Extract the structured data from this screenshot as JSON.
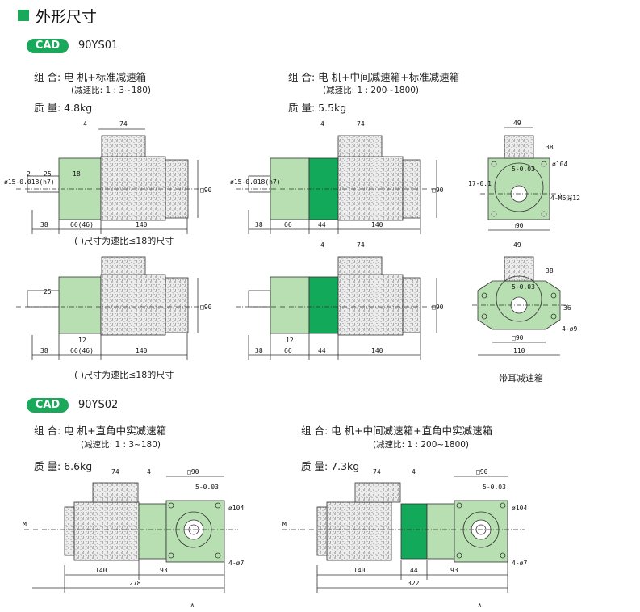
{
  "header": {
    "title": "外形尺寸"
  },
  "colors": {
    "accent": "#1aa85a",
    "gearbox": "#b8dfb2",
    "mid_gearbox": "#12a95b",
    "motor_speckle": "#d9d9d9"
  },
  "sec1": {
    "badge": "CAD",
    "model": "90YS01",
    "a": {
      "combo": "组 合: 电 机+标准减速箱",
      "ratio": "(减速比: 1 : 3~180)",
      "mass": "质 量: 4.8kg"
    },
    "b": {
      "combo": "组 合: 电 机+中间减速箱+标准减速箱",
      "ratio": "(减速比: 1 : 200~1800)",
      "mass": "质 量: 5.5kg"
    },
    "note1": "( )尺寸为速比≤18的尺寸",
    "note2": "( )尺寸为速比≤18的尺寸",
    "ear_caption": "带耳减速箱"
  },
  "sec2": {
    "badge": "CAD",
    "model": "90YS02",
    "a": {
      "combo": "组 合: 电 机+直角中实减速箱",
      "ratio": "(减速比: 1 : 3~180)",
      "mass": "质 量: 6.6kg"
    },
    "b": {
      "combo": "组 合: 电 机+中间减速箱+直角中实减速箱",
      "ratio": "(减速比: 1 : 200~1800)",
      "mass": "质 量: 7.3kg"
    }
  },
  "dims": {
    "d4": "4",
    "d74": "74",
    "d140": "140",
    "d38": "38",
    "d66_46": "66(46)",
    "d66": "66",
    "d44": "44",
    "d25": "25",
    "d2": "2",
    "d18": "18",
    "d12": "12",
    "box90": "□90",
    "shaft": "ø15-0.018(h7)",
    "d49": "49",
    "d38b": "38",
    "key5": "5-0.03",
    "d17": "17-0.1",
    "phi104": "ø104",
    "m6": "4-M6深12",
    "phi9": "4-ø9",
    "d36": "36",
    "d110": "110",
    "d278": "278",
    "d322": "322",
    "d93": "93",
    "phi7": "4-ø7",
    "M": "M",
    "arrow": "∧"
  }
}
